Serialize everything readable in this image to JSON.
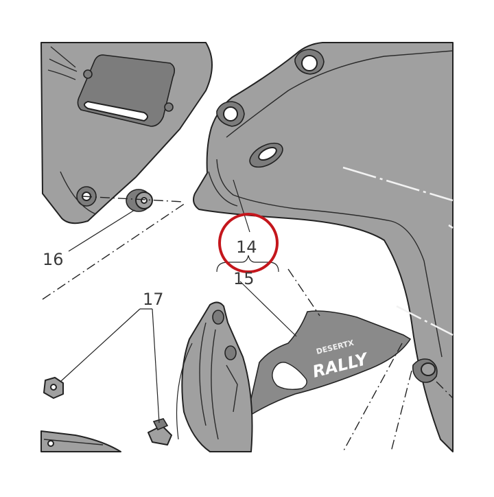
{
  "callouts": {
    "part_14": "14",
    "part_15": "15",
    "part_16": "16",
    "part_17": "17"
  },
  "decal": {
    "brand_text": "DESERTX",
    "model_text": "RALLY"
  },
  "colors": {
    "panel_fill": "#a0a0a0",
    "decal_fill": "#8a8a8a",
    "highlight_ring": "#c4161c",
    "line": "#222222"
  }
}
